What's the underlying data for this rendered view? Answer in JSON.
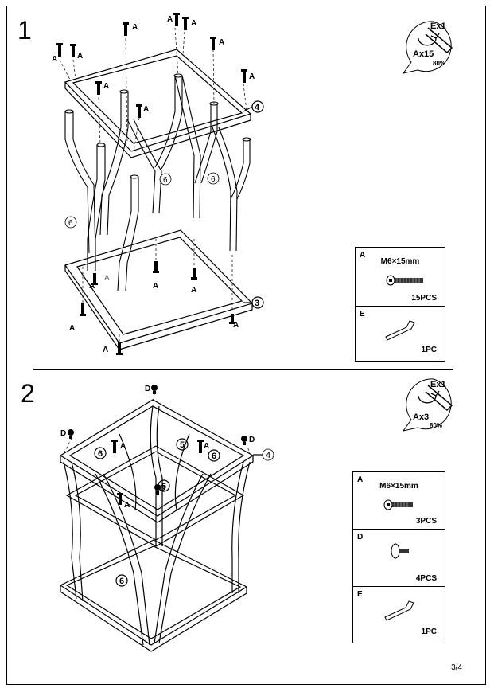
{
  "steps": [
    {
      "number": "1",
      "badge": {
        "ex": "Ex1",
        "ax": "Ax15",
        "pct": "80%"
      },
      "labels": {
        "part_a": "A",
        "part_4": "4",
        "part_3": "3",
        "part_6": "6"
      },
      "parts": [
        {
          "letter": "A",
          "spec": "M6×15mm",
          "qty": "15PCS",
          "icon": "bolt-icon"
        },
        {
          "letter": "E",
          "spec": "",
          "qty": "1PC",
          "icon": "allen-key-icon"
        }
      ]
    },
    {
      "number": "2",
      "badge": {
        "ex": "Ex1",
        "ax": "Ax3",
        "pct": "80%"
      },
      "labels": {
        "part_a": "A",
        "part_d": "D",
        "part_4": "4",
        "part_5": "5",
        "part_6": "6"
      },
      "parts": [
        {
          "letter": "A",
          "spec": "M6×15mm",
          "qty": "3PCS",
          "icon": "bolt-icon"
        },
        {
          "letter": "D",
          "spec": "",
          "qty": "4PCS",
          "icon": "foot-glide-icon"
        },
        {
          "letter": "E",
          "spec": "",
          "qty": "1PC",
          "icon": "allen-key-icon"
        }
      ]
    }
  ],
  "page": {
    "number": "3/4"
  }
}
